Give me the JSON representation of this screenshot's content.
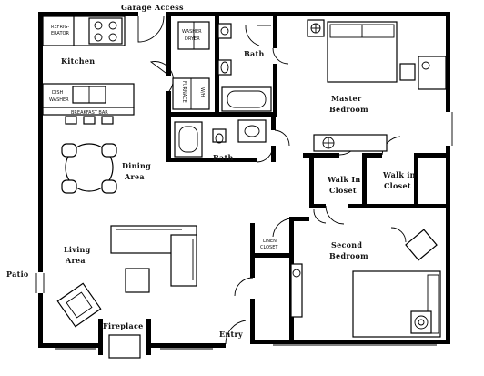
{
  "labels": {
    "garage_access": "Garage Access",
    "kitchen": "Kitchen",
    "refrigerator_1": "REFRIG-",
    "refrigerator_2": "ERATOR",
    "washer_dryer_1": "WASHER",
    "washer_dryer_2": "DRYER",
    "dishwasher_1": "DISH",
    "dishwasher_2": "WASHER",
    "furnace": "FURNACE",
    "water_heater": "W/H",
    "breakfast_bar": "BREAKFAST BAR",
    "bath_upper": "Bath",
    "bath_lower": "Bath",
    "master_bedroom_1": "Master",
    "master_bedroom_2": "Bedroom",
    "dining_area_1": "Dining",
    "dining_area_2": "Area",
    "walk_in_closet_left_1": "Walk In",
    "walk_in_closet_left_2": "Closet",
    "walk_in_closet_right_1": "Walk in",
    "walk_in_closet_right_2": "Closet",
    "living_area_1": "Living",
    "living_area_2": "Area",
    "linen_closet_1": "LINEN",
    "linen_closet_2": "CLOSET",
    "second_bedroom_1": "Second",
    "second_bedroom_2": "Bedroom",
    "patio": "Patio",
    "fireplace": "Fireplace",
    "entry": "Entry"
  }
}
